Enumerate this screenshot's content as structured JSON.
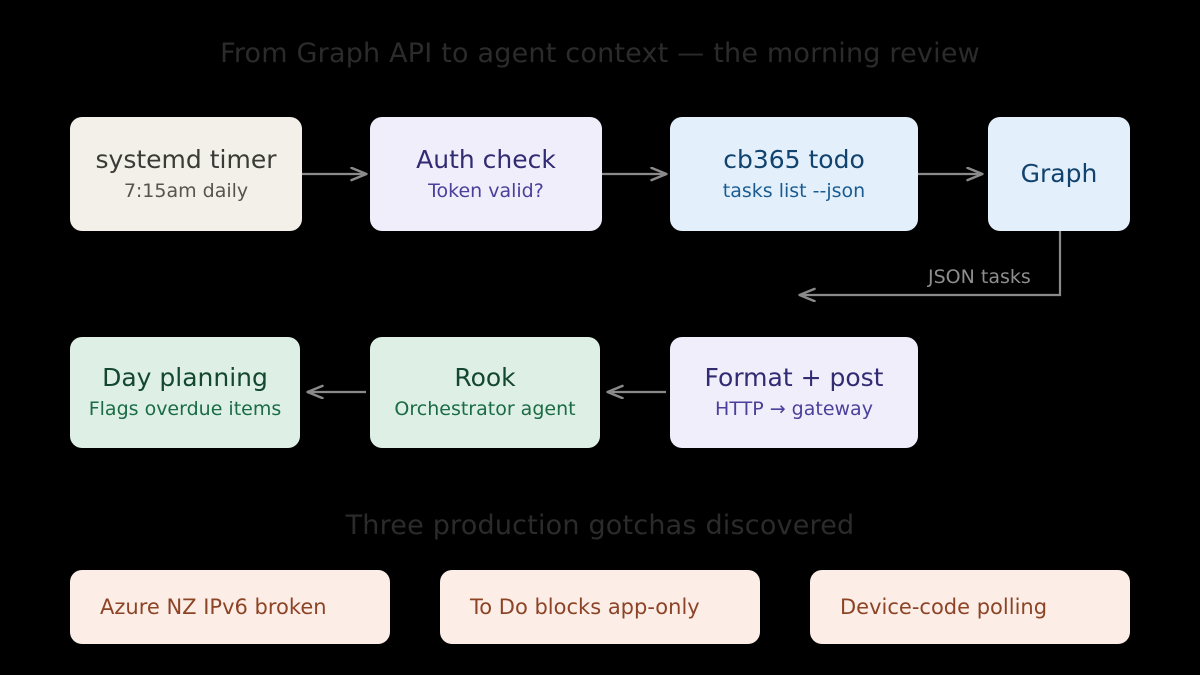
{
  "page": {
    "background": "#000000",
    "main_title": "From Graph API to agent context — the morning review",
    "gotchas_title": "Three production gotchas discovered"
  },
  "flow": {
    "row1": [
      {
        "title": "systemd timer",
        "sub": "7:15am daily",
        "fill": "#f2f0e8",
        "text": "#3a3a36"
      },
      {
        "title": "Auth check",
        "sub": "Token valid?",
        "fill": "#f0eefb",
        "text": "#312b72"
      },
      {
        "title": "cb365 todo",
        "sub": "tasks list --json",
        "fill": "#e3f0fc",
        "text": "#12436e"
      },
      {
        "title": "Graph",
        "sub": "",
        "fill": "#e3f0fc",
        "text": "#12436e"
      }
    ],
    "row2": [
      {
        "title": "Day planning",
        "sub": "Flags overdue items",
        "fill": "#def0e6",
        "text": "#13482e"
      },
      {
        "title": "Rook",
        "sub": "Orchestrator agent",
        "fill": "#def0e6",
        "text": "#13482e"
      },
      {
        "title": "Format + post",
        "sub": "HTTP → gateway",
        "fill": "#f0eefb",
        "text": "#312b72"
      }
    ],
    "edge_label": "JSON tasks",
    "arrow_color": "#8a8a8a"
  },
  "gotchas": [
    {
      "label": "Azure NZ IPv6 broken"
    },
    {
      "label": "To Do blocks app-only"
    },
    {
      "label": "Device-code polling"
    }
  ]
}
